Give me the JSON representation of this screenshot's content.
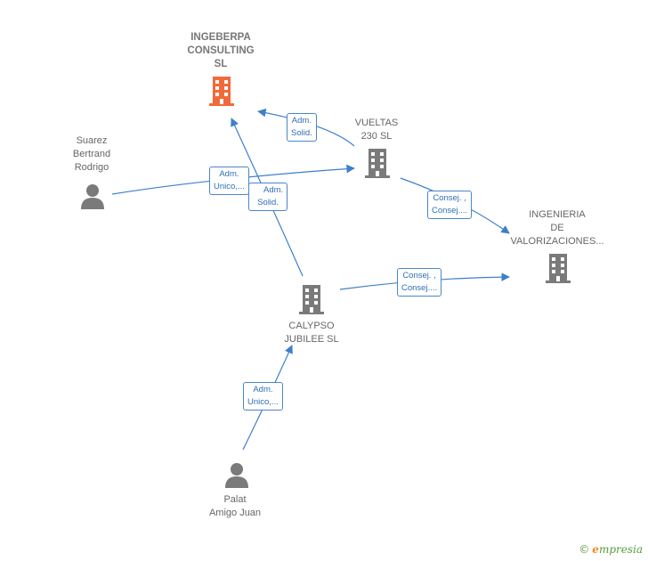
{
  "nodes": {
    "ingeberpa": {
      "lines": [
        "INGEBERPA",
        "CONSULTING",
        "SL"
      ],
      "type": "company",
      "color": "#f26a3a"
    },
    "vueltas": {
      "lines": [
        "VUELTAS",
        "230  SL"
      ],
      "type": "company",
      "color": "#7a7a7a"
    },
    "ingenieria": {
      "lines": [
        "INGENIERIA",
        "DE",
        "VALORIZACIONES..."
      ],
      "type": "company",
      "color": "#7a7a7a"
    },
    "calypso": {
      "lines": [
        "CALYPSO",
        "JUBILEE  SL"
      ],
      "type": "company",
      "color": "#7a7a7a"
    },
    "suarez": {
      "lines": [
        "Suarez",
        "Bertrand",
        "Rodrigo"
      ],
      "type": "person",
      "color": "#7a7a7a"
    },
    "palat": {
      "lines": [
        "Palat",
        "Amigo Juan"
      ],
      "type": "person",
      "color": "#7a7a7a"
    }
  },
  "edges": {
    "vueltas_ingeberpa": {
      "lines": [
        "Adm.",
        "Solid."
      ]
    },
    "suarez_vueltas": {
      "lines": [
        "Adm.",
        "Unico,..."
      ]
    },
    "calypso_ingeberpa": {
      "lines": [
        "Adm.",
        "Solid."
      ]
    },
    "vueltas_ingenieria": {
      "lines": [
        "Consej. ,",
        "Consej...."
      ]
    },
    "calypso_ingenieria": {
      "lines": [
        "Consej. ,",
        "Consej...."
      ]
    },
    "palat_calypso": {
      "lines": [
        "Adm.",
        "Unico,..."
      ]
    }
  },
  "colors": {
    "edge": "#3d7fcc",
    "company_highlight": "#f26a3a",
    "company": "#7a7a7a"
  },
  "brand": {
    "copyright": "©",
    "initial": "e",
    "rest": "mpresia"
  }
}
